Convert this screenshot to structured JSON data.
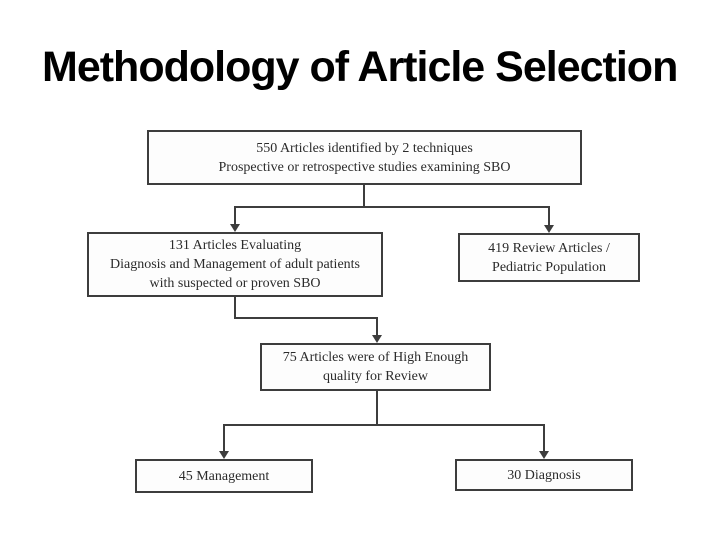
{
  "slide": {
    "title": "Methodology of Article Selection"
  },
  "colors": {
    "background": "#ffffff",
    "title_text": "#000000",
    "box_border": "#3d3d3d",
    "box_text": "#2b2b2b",
    "connector": "#3d3d3d"
  },
  "flowchart": {
    "nodes": {
      "identified": {
        "lines": [
          "550 Articles identified by 2 techniques",
          "Prospective or retrospective studies examining SBO"
        ]
      },
      "evaluating": {
        "lines": [
          "131 Articles Evaluating",
          "Diagnosis and Management of adult patients",
          "with suspected or proven SBO"
        ]
      },
      "review": {
        "lines": [
          "419 Review Articles /",
          "Pediatric Population"
        ]
      },
      "quality": {
        "lines": [
          "75 Articles were of High Enough",
          "quality for Review"
        ]
      },
      "management": {
        "lines": [
          "45 Management"
        ]
      },
      "diagnosis": {
        "lines": [
          "30 Diagnosis"
        ]
      }
    },
    "edges": [
      "identified -> evaluating",
      "identified -> review",
      "evaluating -> quality",
      "quality -> management",
      "quality -> diagnosis"
    ]
  }
}
